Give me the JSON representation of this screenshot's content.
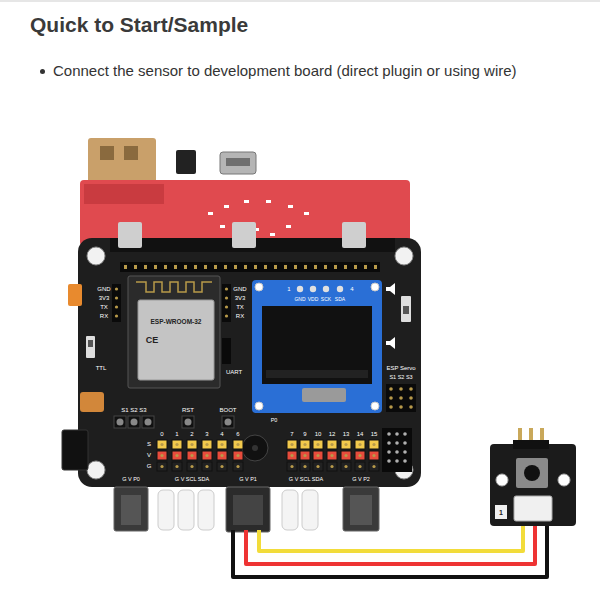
{
  "diagram": {
    "title": "Quick to Start/Sample",
    "labels": [
      "Connect the sensor to development board (direct plugin or using wire)",
      "GND",
      "3V3",
      "TX",
      "RX",
      "GND",
      "3V3",
      "TX",
      "RX",
      "TTL",
      "ESP-WROOM-32",
      "CE",
      "UART",
      "1",
      "GND",
      "VDD",
      "SCK",
      "SDA",
      "4",
      "ESP Servo",
      "S1 S2 S3",
      "S1 S2 S3",
      "RST",
      "BOOT",
      "0",
      "1",
      "2",
      "3",
      "4",
      "6",
      "7",
      "9",
      "10",
      "12",
      "13",
      "14",
      "15",
      "G V P0",
      "G V SCL SDA",
      "G V P1",
      "G V SCL SDA",
      "G V P2",
      "P0",
      "1",
      "S",
      "V",
      "G"
    ]
  }
}
